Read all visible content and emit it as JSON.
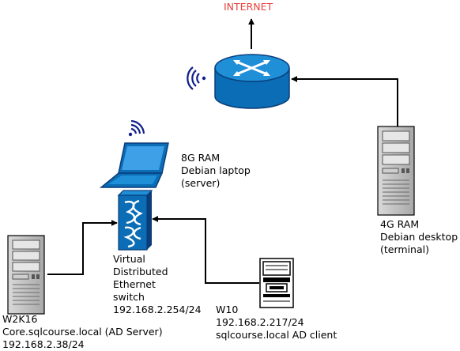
{
  "internet": {
    "label": "INTERNET"
  },
  "laptop": {
    "lines": [
      "8G RAM",
      "Debian laptop",
      "(server)"
    ]
  },
  "desktop": {
    "lines": [
      "4G RAM",
      "Debian desktop",
      "(terminal)"
    ]
  },
  "switch": {
    "lines": [
      "Virtual",
      "Distributed",
      "Ethernet",
      "switch",
      "192.168.2.254/24"
    ]
  },
  "w10": {
    "lines": [
      "W10",
      "192.168.2.217/24",
      "sqlcourse.local AD client"
    ]
  },
  "w2k16": {
    "lines": [
      "W2K16",
      "Core.sqlcourse.local (AD Server)",
      "192.168.2.38/24"
    ]
  },
  "colors": {
    "device_blue": "#0a6db5",
    "device_dark": "#0b3d7a",
    "internet_red": "#e8403c",
    "wifi_navy": "#0f1f8c"
  }
}
